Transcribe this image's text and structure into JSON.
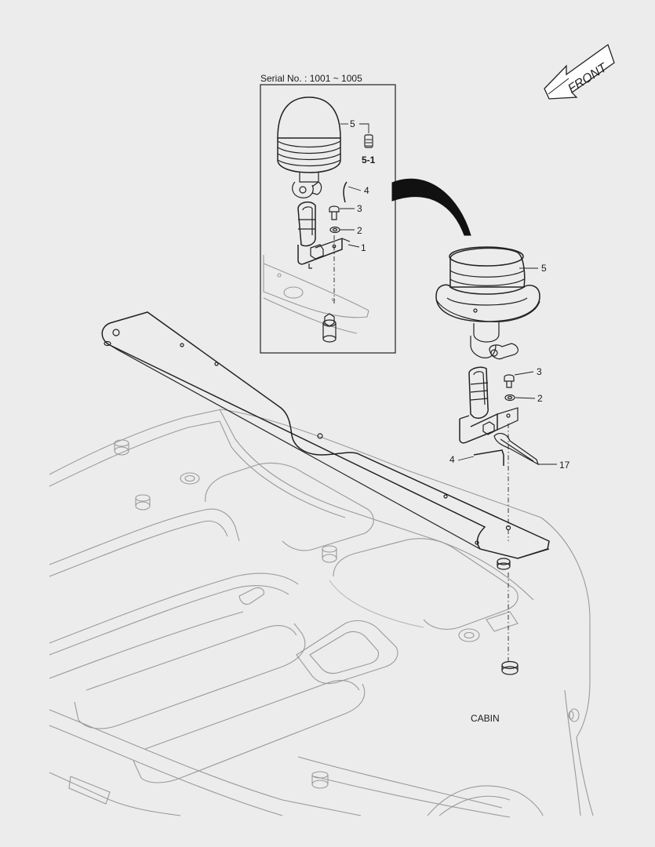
{
  "diagram": {
    "inset_title": "Serial No. : 1001 ~ 1005",
    "front_label": "FRONT",
    "cabin_label": "CABIN",
    "callouts": {
      "inset_5": "5",
      "inset_5_1": "5-1",
      "inset_4": "4",
      "inset_3": "3",
      "inset_2": "2",
      "inset_1": "1",
      "main_5": "5",
      "main_3": "3",
      "main_2": "2",
      "main_4": "4",
      "main_17": "17"
    }
  }
}
